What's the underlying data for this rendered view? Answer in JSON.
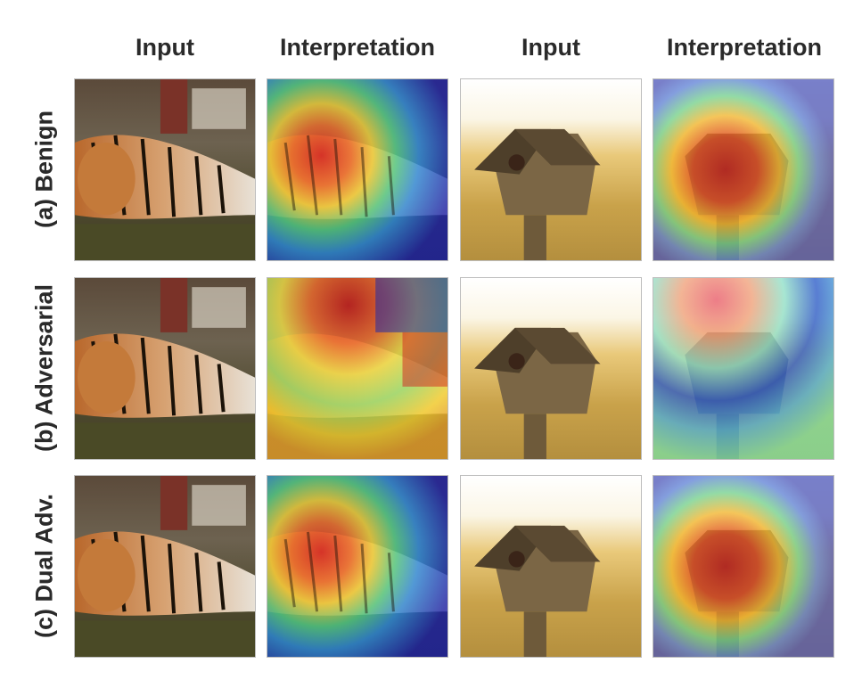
{
  "columns": [
    "Input",
    "Interpretation",
    "Input",
    "Interpretation"
  ],
  "rows": [
    "(a) Benign",
    "(b) Adversarial",
    "(c) Dual Adv."
  ]
}
